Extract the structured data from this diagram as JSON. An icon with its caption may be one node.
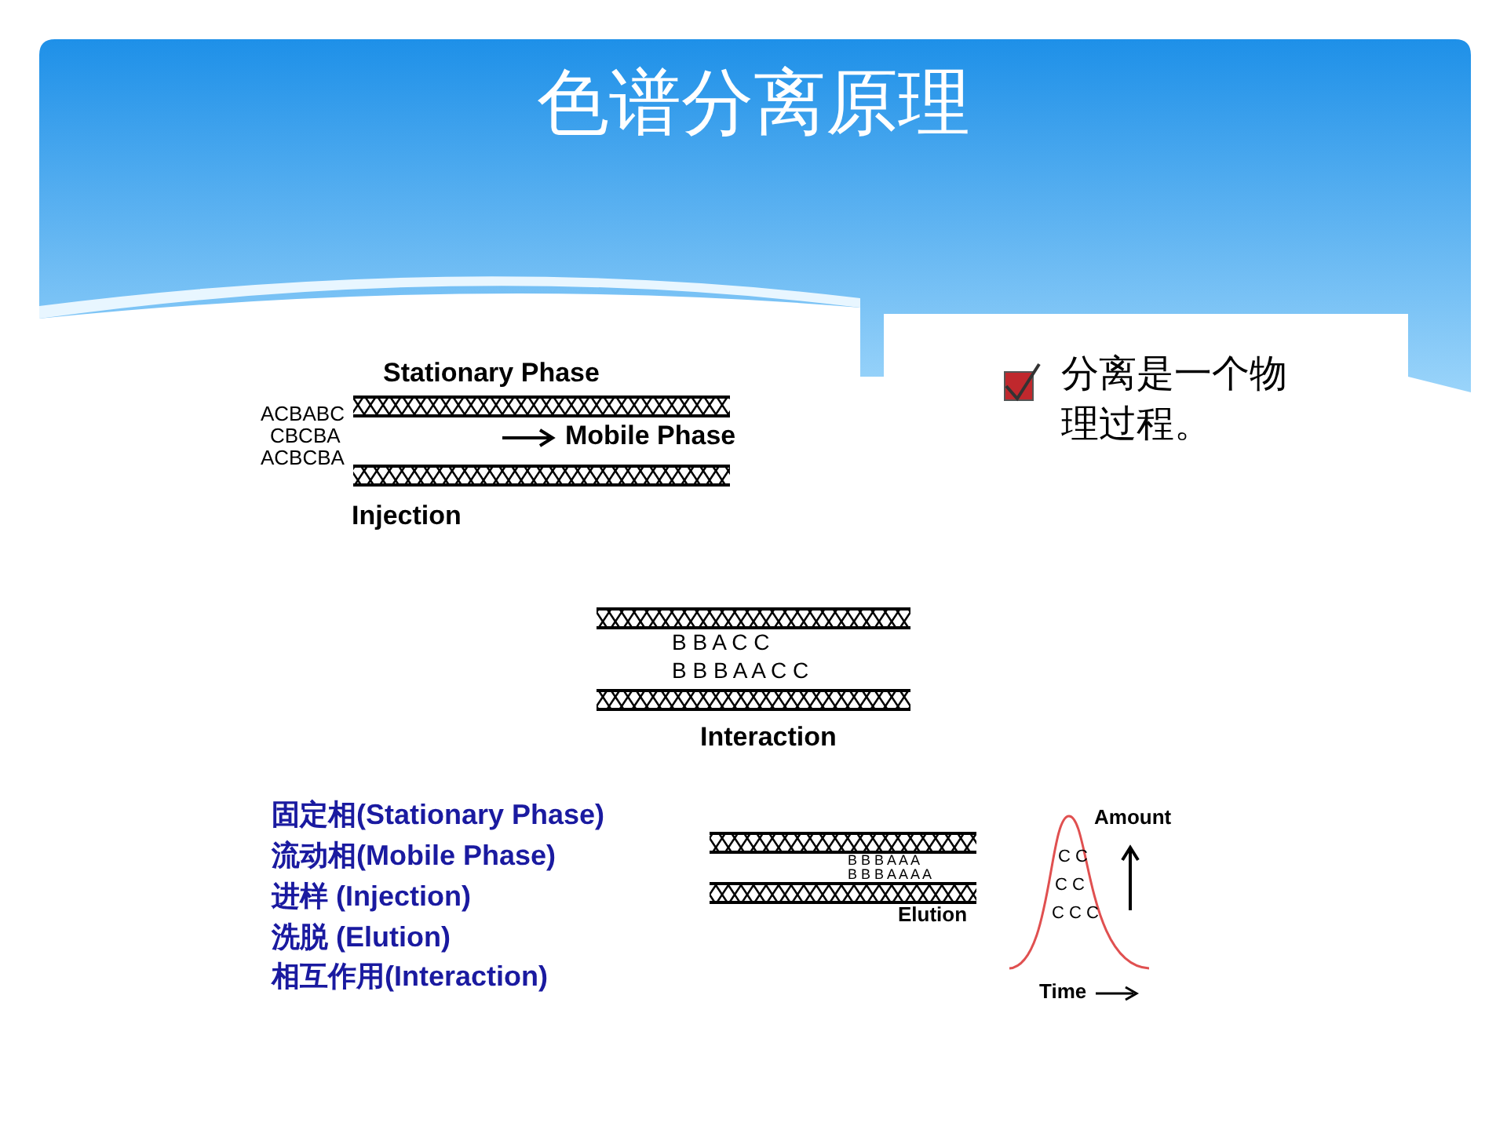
{
  "diagram": {
    "title": "色谱分离原理",
    "labels": [
      "分离是一个物理过程。",
      "Stationary Phase",
      "ACBABC",
      "CBCBA",
      "ACBCBA",
      "Mobile Phase",
      "Injection",
      "B B A C C",
      "B B B A A C C",
      "Interaction",
      "固定相(Stationary Phase)",
      "流动相(Mobile Phase)",
      "进样 (Injection)",
      "洗脱 (Elution)",
      "相互作用(Interaction)",
      "B B B A A A",
      "B B B A A A A",
      "Elution",
      "Amount",
      "C C",
      "C C",
      "C C C",
      "Time"
    ]
  }
}
